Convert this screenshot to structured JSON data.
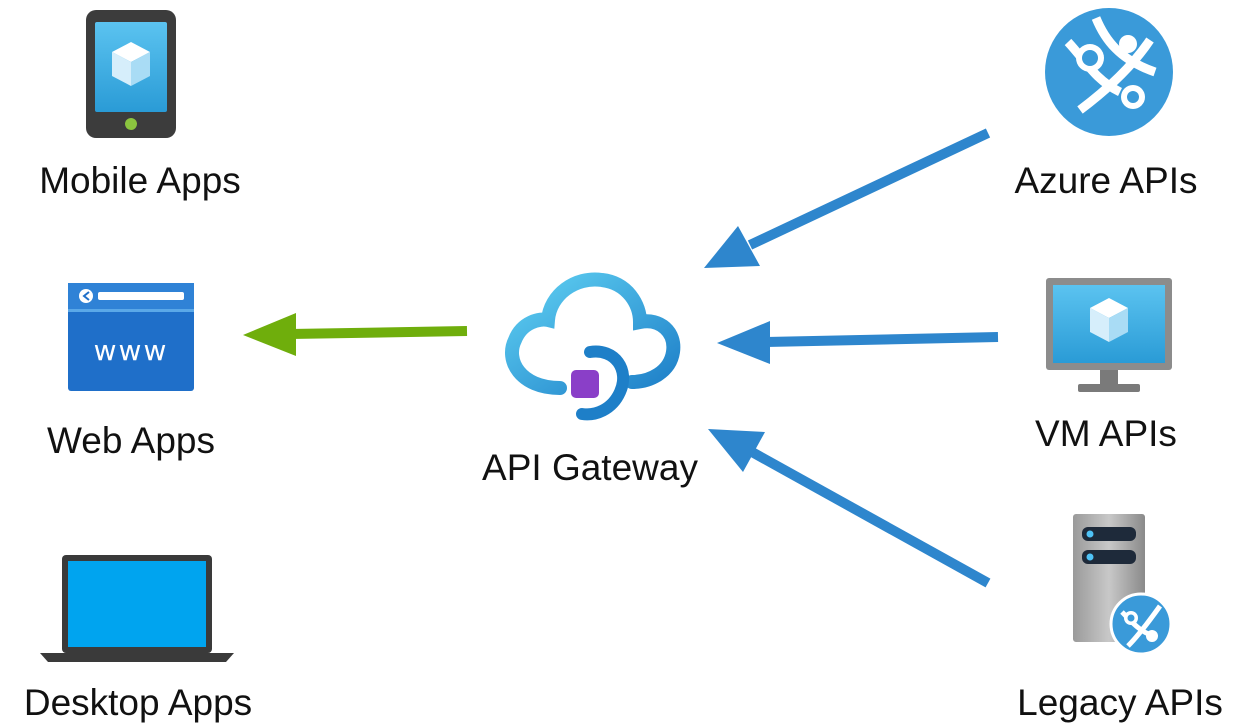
{
  "clients": {
    "mobile": {
      "label": "Mobile Apps",
      "icon": "mobile-phone-icon"
    },
    "web": {
      "label": "Web Apps",
      "icon": "browser-www-icon",
      "icon_text": "www"
    },
    "desktop": {
      "label": "Desktop Apps",
      "icon": "laptop-icon"
    }
  },
  "gateway": {
    "label": "API Gateway",
    "icon": "cloud-gateway-icon"
  },
  "backends": {
    "azure": {
      "label": "Azure APIs",
      "icon": "azure-globe-icon"
    },
    "vm": {
      "label": "VM APIs",
      "icon": "virtual-machine-monitor-icon"
    },
    "legacy": {
      "label": "Legacy APIs",
      "icon": "server-globe-icon"
    }
  },
  "colors": {
    "backend_arrow": "#2e86cd",
    "client_arrow": "#6fae0c",
    "azure_blue": "#3a9ad9",
    "gateway_purple": "#8a3fc8"
  }
}
